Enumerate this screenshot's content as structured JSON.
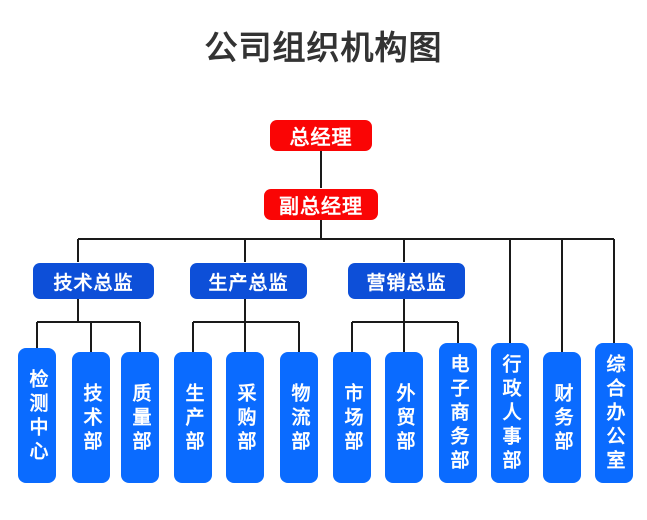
{
  "title": "公司组织机构图",
  "colors": {
    "executive": "#fa0505",
    "director": "#0d4fd8",
    "department": "#0a6bff",
    "connector": "#1a1a1a",
    "title_text": "#333333",
    "node_text": "#ffffff",
    "background": "#ffffff"
  },
  "executives": [
    {
      "label": "总经理",
      "level": 1
    },
    {
      "label": "副总经理",
      "level": 2
    }
  ],
  "directors": [
    {
      "label": "技术总监"
    },
    {
      "label": "生产总监"
    },
    {
      "label": "营销总监"
    }
  ],
  "departments": [
    {
      "label": "检测中心",
      "parent": "技术总监",
      "chars": 4
    },
    {
      "label": "技术部",
      "parent": "技术总监",
      "chars": 3
    },
    {
      "label": "质量部",
      "parent": "技术总监",
      "chars": 3
    },
    {
      "label": "生产部",
      "parent": "生产总监",
      "chars": 3
    },
    {
      "label": "采购部",
      "parent": "生产总监",
      "chars": 3
    },
    {
      "label": "物流部",
      "parent": "生产总监",
      "chars": 3
    },
    {
      "label": "市场部",
      "parent": "营销总监",
      "chars": 3
    },
    {
      "label": "外贸部",
      "parent": "营销总监",
      "chars": 3
    },
    {
      "label": "电子商务部",
      "parent": "营销总监",
      "chars": 5
    },
    {
      "label": "行政人事部",
      "parent": "副总经理",
      "chars": 5
    },
    {
      "label": "财务部",
      "parent": "副总经理",
      "chars": 3
    },
    {
      "label": "综合办公室",
      "parent": "副总经理",
      "chars": 5
    }
  ],
  "chart_data": {
    "type": "diagram",
    "diagram_type": "organizational-chart",
    "title": "公司组织机构图",
    "levels": 4,
    "node_count": 17,
    "nodes": [
      {
        "id": "gm",
        "label": "总经理",
        "level": 1,
        "color": "#fa0505"
      },
      {
        "id": "dgm",
        "label": "副总经理",
        "level": 2,
        "color": "#fa0505"
      },
      {
        "id": "td",
        "label": "技术总监",
        "level": 3,
        "color": "#0d4fd8"
      },
      {
        "id": "pd",
        "label": "生产总监",
        "level": 3,
        "color": "#0d4fd8"
      },
      {
        "id": "md",
        "label": "营销总监",
        "level": 3,
        "color": "#0d4fd8"
      },
      {
        "id": "tc",
        "label": "检测中心",
        "level": 4,
        "color": "#0a6bff"
      },
      {
        "id": "tdept",
        "label": "技术部",
        "level": 4,
        "color": "#0a6bff"
      },
      {
        "id": "qa",
        "label": "质量部",
        "level": 4,
        "color": "#0a6bff"
      },
      {
        "id": "prod",
        "label": "生产部",
        "level": 4,
        "color": "#0a6bff"
      },
      {
        "id": "purch",
        "label": "采购部",
        "level": 4,
        "color": "#0a6bff"
      },
      {
        "id": "log",
        "label": "物流部",
        "level": 4,
        "color": "#0a6bff"
      },
      {
        "id": "mkt",
        "label": "市场部",
        "level": 4,
        "color": "#0a6bff"
      },
      {
        "id": "trade",
        "label": "外贸部",
        "level": 4,
        "color": "#0a6bff"
      },
      {
        "id": "ecom",
        "label": "电子商务部",
        "level": 4,
        "color": "#0a6bff"
      },
      {
        "id": "hr",
        "label": "行政人事部",
        "level": 4,
        "color": "#0a6bff"
      },
      {
        "id": "fin",
        "label": "财务部",
        "level": 4,
        "color": "#0a6bff"
      },
      {
        "id": "admin",
        "label": "综合办公室",
        "level": 4,
        "color": "#0a6bff"
      }
    ],
    "edges": [
      {
        "from": "gm",
        "to": "dgm"
      },
      {
        "from": "dgm",
        "to": "td"
      },
      {
        "from": "dgm",
        "to": "pd"
      },
      {
        "from": "dgm",
        "to": "md"
      },
      {
        "from": "dgm",
        "to": "hr"
      },
      {
        "from": "dgm",
        "to": "fin"
      },
      {
        "from": "dgm",
        "to": "admin"
      },
      {
        "from": "td",
        "to": "tc"
      },
      {
        "from": "td",
        "to": "tdept"
      },
      {
        "from": "td",
        "to": "qa"
      },
      {
        "from": "pd",
        "to": "prod"
      },
      {
        "from": "pd",
        "to": "purch"
      },
      {
        "from": "pd",
        "to": "log"
      },
      {
        "from": "md",
        "to": "mkt"
      },
      {
        "from": "md",
        "to": "trade"
      },
      {
        "from": "md",
        "to": "ecom"
      }
    ]
  }
}
